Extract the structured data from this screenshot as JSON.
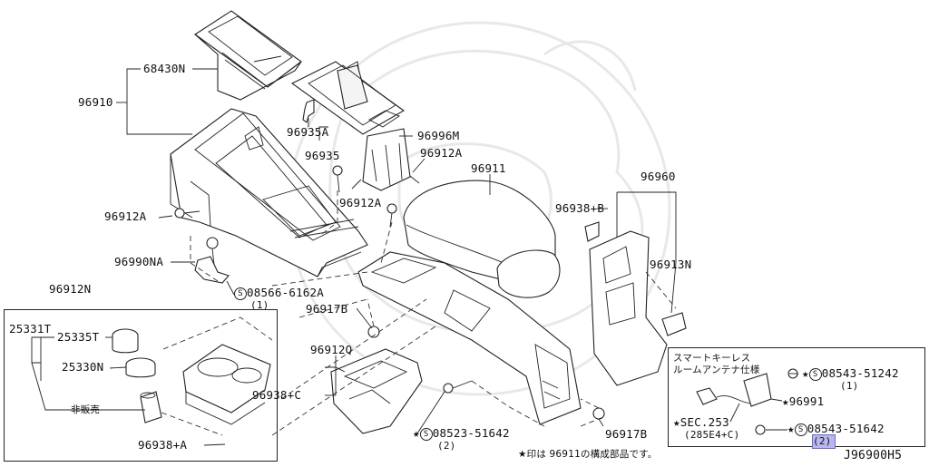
{
  "diagram_id": "J96900H5",
  "labels": {
    "p68430N": "68430N",
    "p96910": "96910",
    "p96935A": "96935A",
    "p96935": "96935",
    "p96996M": "96996M",
    "p96912A_top": "96912A",
    "p96912A_mid": "96912A",
    "p96912A_left": "96912A",
    "p96911": "96911",
    "p96960": "96960",
    "p96938B": "96938+B",
    "p96913N": "96913N",
    "p96990NA": "96990NA",
    "p08566": "08566-6162A",
    "p08566_qty": "(1)",
    "p96917B_top": "96917B",
    "p96912N": "96912N",
    "p25331T": "25331T",
    "p25335T": "25335T",
    "p25330N": "25330N",
    "not_for_sale": "非販売",
    "p96938A": "96938+A",
    "p96912Q": "96912Q",
    "p96938C": "96938+C",
    "p08523": "08523-51642",
    "p08523_qty": "(2)",
    "p96917B_bot": "96917B",
    "footnote": "★印は 96911の構成部品です。",
    "inset_title1": "スマートキーレス",
    "inset_title2": "ルームアンテナ仕様",
    "p08543_a": "08543-51242",
    "p08543_a_qty": "(1)",
    "p96991": "96991",
    "sec253": "SEC.253",
    "sec253_ref": "(285E4+C)",
    "p08543_b": "08543-51642",
    "p08543_b_qty": "(2)"
  },
  "symbols": {
    "star": "★",
    "s_mark": "S"
  },
  "colors": {
    "highlight": "#b9b7ee",
    "line": "#222222"
  }
}
